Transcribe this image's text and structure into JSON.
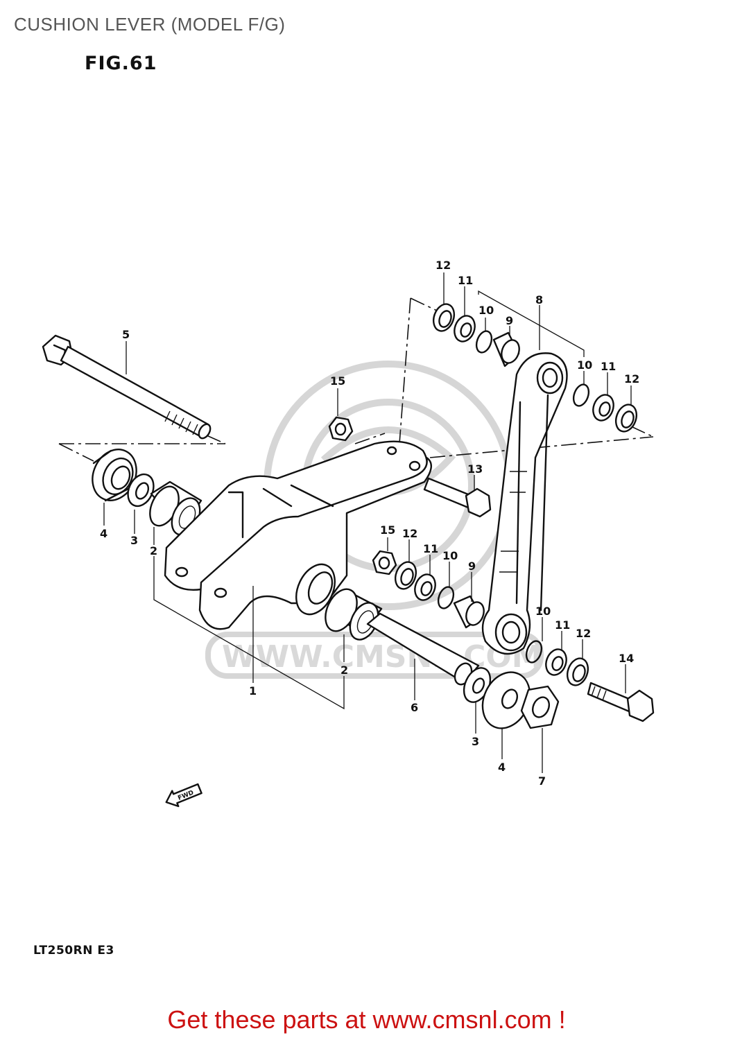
{
  "header": {
    "title": "CUSHION LEVER (MODEL F/G)"
  },
  "figure": {
    "label": "FIG.61",
    "model": "LT250RN E3",
    "fwd_label": "FWD",
    "callouts": {
      "c1": "1",
      "c2a": "2",
      "c2b": "2",
      "c3a": "3",
      "c3b": "3",
      "c4a": "4",
      "c4b": "4",
      "c5": "5",
      "c6": "6",
      "c7": "7",
      "c8": "8",
      "c9a": "9",
      "c9b": "9",
      "c10a": "10",
      "c10b": "10",
      "c10c": "10",
      "c10d": "10",
      "c11a": "11",
      "c11b": "11",
      "c11c": "11",
      "c11d": "11",
      "c12a": "12",
      "c12b": "12",
      "c12c": "12",
      "c12d": "12",
      "c13": "13",
      "c14": "14",
      "c15a": "15",
      "c15b": "15"
    }
  },
  "watermark": {
    "text": "WWW.CMSNL.COM"
  },
  "footer": {
    "cta": "Get these parts at www.cmsnl.com !"
  },
  "colors": {
    "cta": "#cc1111",
    "title": "#555555",
    "line": "#111111"
  }
}
